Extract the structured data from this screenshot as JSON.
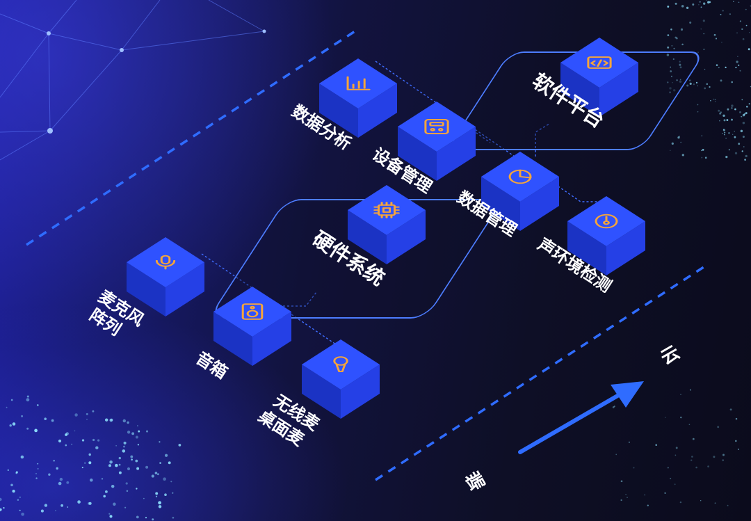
{
  "colors": {
    "cube_top": "#2f52ff",
    "cube_left": "#1b33c4",
    "cube_right": "#2540e6",
    "icon": "#f6a53b",
    "accent_line": "#2f6cff",
    "platform_border": "#4d7dff",
    "text": "#ffffff"
  },
  "software_group": {
    "title": "软件平台",
    "icon": "code-icon",
    "modules": [
      {
        "label": "数据分析",
        "icon": "bar-chart-icon"
      },
      {
        "label": "设备管理",
        "icon": "device-panel-icon"
      },
      {
        "label": "数据管理",
        "icon": "pie-chart-icon"
      },
      {
        "label": "声环境检测",
        "icon": "gauge-icon"
      }
    ]
  },
  "hardware_group": {
    "title": "硬件系统",
    "icon": "chip-icon",
    "modules": [
      {
        "label_lines": [
          "麦克风",
          "阵列"
        ],
        "icon": "microphone-array-icon"
      },
      {
        "label_lines": [
          "音箱"
        ],
        "icon": "speaker-icon"
      },
      {
        "label_lines": [
          "无线麦",
          "桌面麦"
        ],
        "icon": "wireless-mic-icon"
      }
    ]
  },
  "direction": {
    "from_label": "端",
    "to_label": "云"
  }
}
